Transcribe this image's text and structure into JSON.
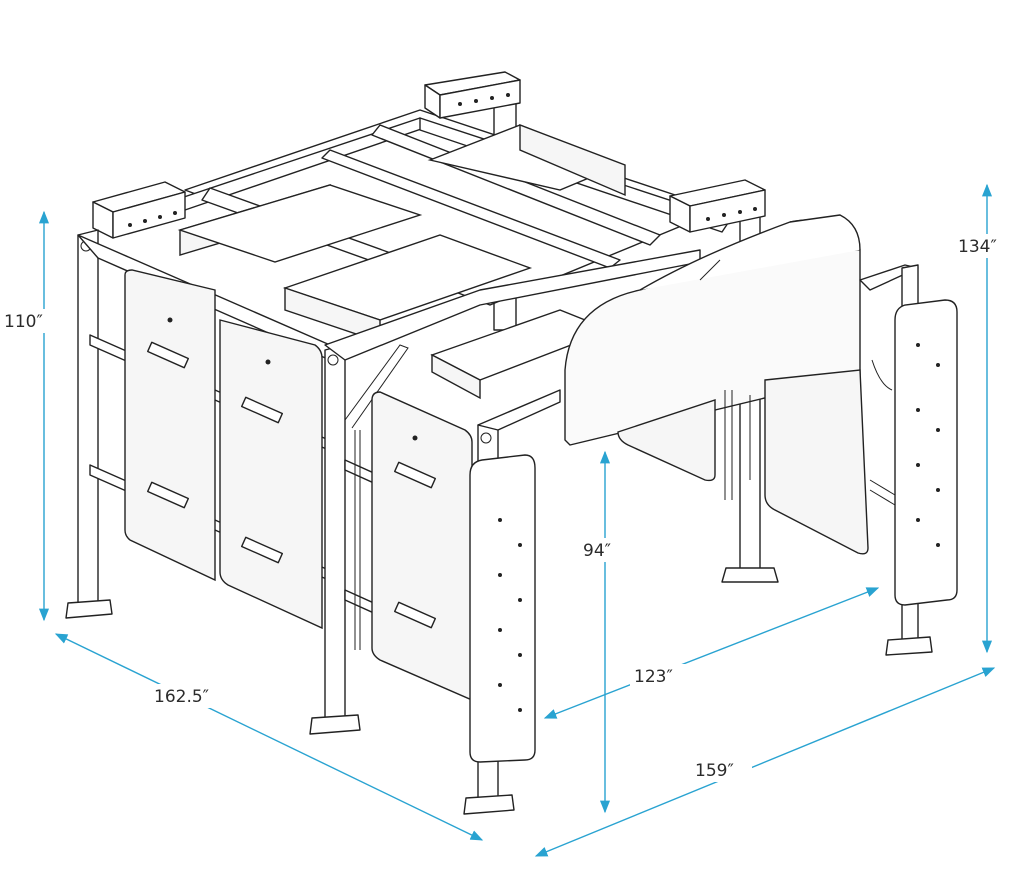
{
  "dimensions": {
    "left_height": "110″",
    "right_height": "134″",
    "inner_clearance": "94″",
    "front_width": "162.5″",
    "inner_depth": "123″",
    "side_depth": "159″"
  },
  "colors": {
    "dimension_line": "#29a3d1",
    "outline": "#222222",
    "panel_fill": "#f6f6f6"
  }
}
